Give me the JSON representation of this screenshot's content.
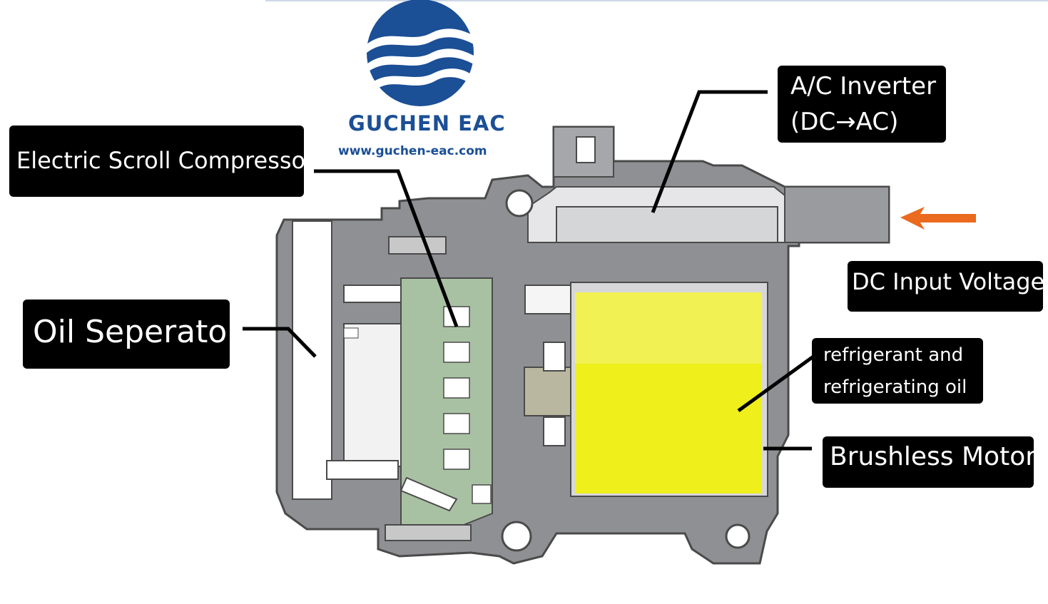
{
  "logo": {
    "brand": "GUCHEN EAC",
    "url": "www.guchen-eac.com",
    "color": "#1b4f96"
  },
  "labels": {
    "ac_inverter_line1": "A/C Inverter",
    "ac_inverter_line2": "(DC→AC)",
    "scroll_compressor": "Electric Scroll Compressor",
    "oil_separator": "Oil Seperator",
    "dc_input": "DC Input Voltage",
    "refrigerant_line1": "refrigerant and",
    "refrigerant_line2": "refrigerating oil",
    "brushless_motor": "Brushless Motor"
  },
  "colors": {
    "housing": "#8f9093",
    "housing_outline": "#4a4a4a",
    "scroll_section": "#a9c1a3",
    "motor_highlight": "#f2f200",
    "arrow": "#ea6a1e",
    "callout_bg": "#000000",
    "callout_text": "#ffffff"
  }
}
